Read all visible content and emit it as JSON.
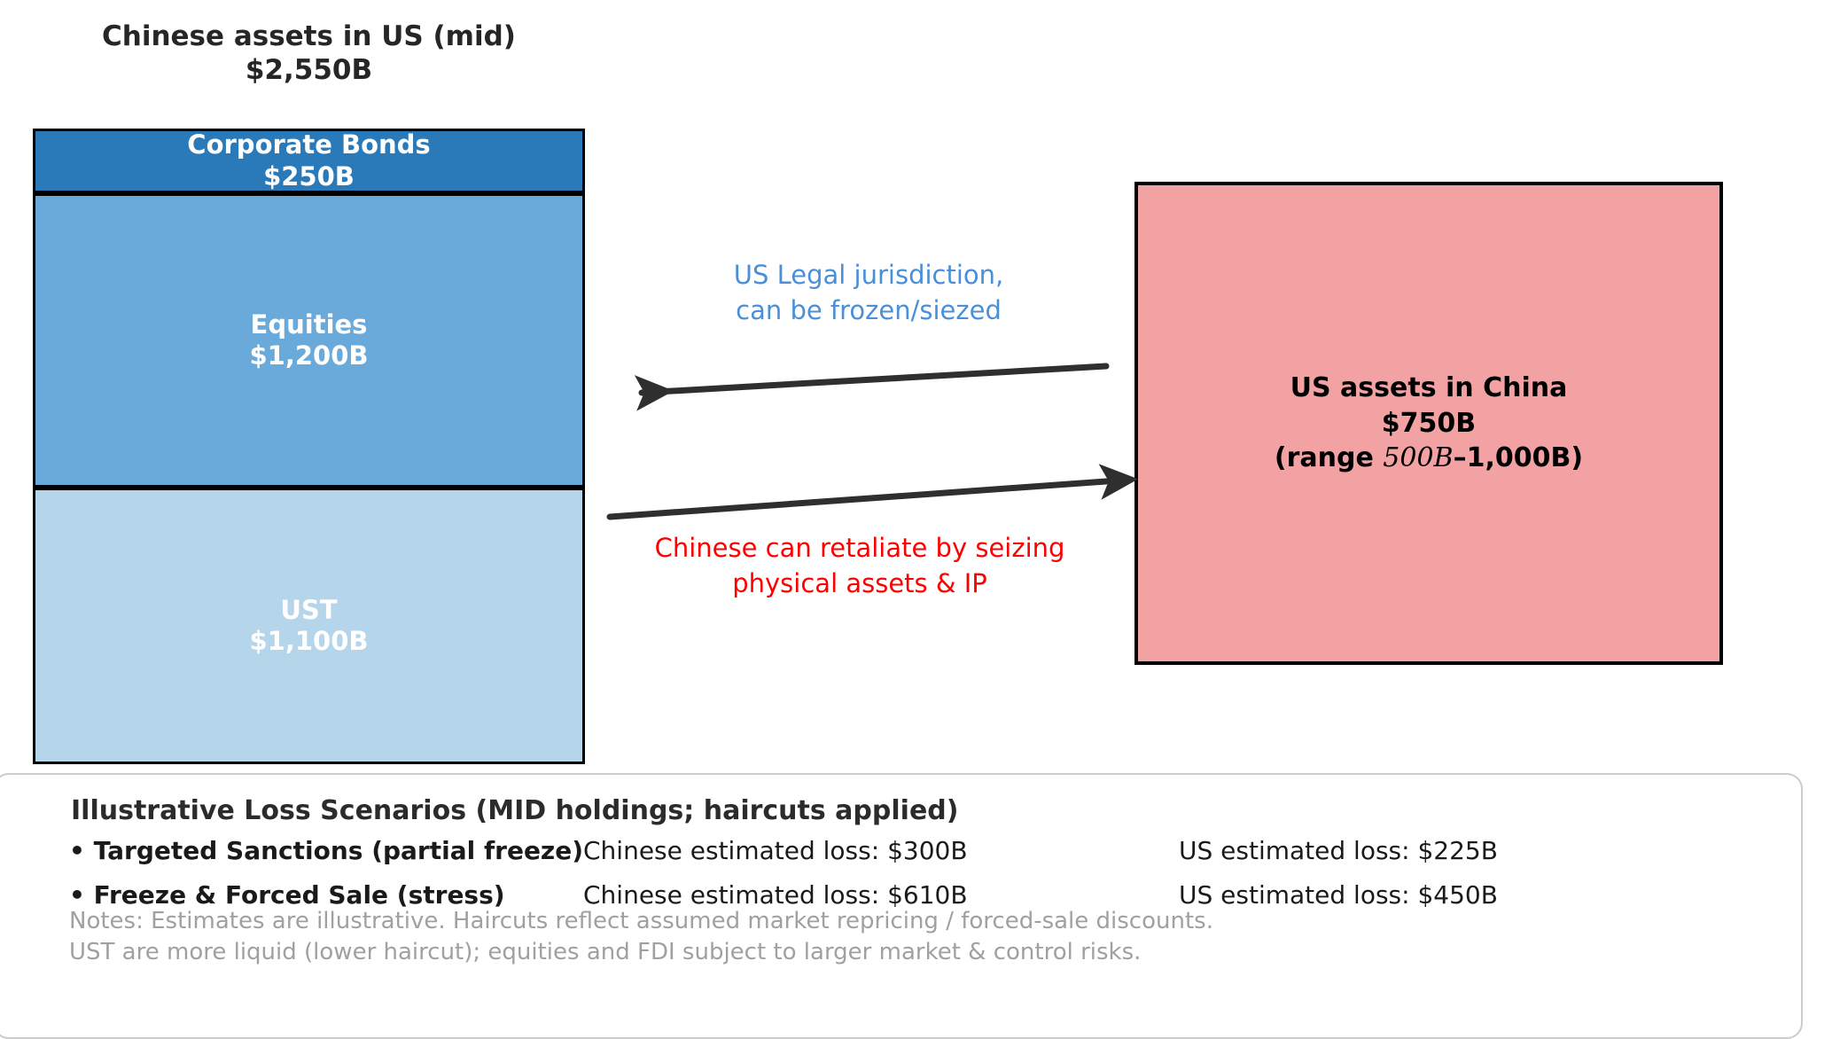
{
  "chart_data": {
    "type": "bar",
    "title": "Chinese assets in US (mid)\n$2,550B",
    "subtitle": "",
    "xlabel": "",
    "ylabel": "",
    "stacked": true,
    "units": "USD billions",
    "categories": [
      "Chinese assets in US (mid)"
    ],
    "total": 2550,
    "total_label": "$2,550B",
    "segments": [
      {
        "name": "Corporate Bonds",
        "value": 250,
        "value_label": "$250B",
        "color": "#2a7ab9",
        "order": "top"
      },
      {
        "name": "Equities",
        "value": 1200,
        "value_label": "$1,200B",
        "color": "#6aaada",
        "order": "middle"
      },
      {
        "name": "UST",
        "value": 1100,
        "value_label": "$1,100B",
        "color": "#b5d6ea",
        "order": "bottom"
      }
    ],
    "counterparty_box": {
      "title": "US assets in China",
      "value": 750,
      "value_label": "$750B",
      "range_low": 500,
      "range_high": 1000,
      "range_label_prefix": "(range ",
      "range_label_low": "500B",
      "range_label_sep": "–",
      "range_label_high": "1,000B",
      "range_label_suffix": ")",
      "color": "#f2a2a2"
    },
    "annotations": [
      {
        "text": "US Legal jurisdiction,\ncan be frozen/siezed",
        "color": "#4a90d9",
        "direction": "left"
      },
      {
        "text": "Chinese can retaliate by seizing\nphysical assets & IP",
        "color": "#ff0000",
        "direction": "right"
      }
    ]
  },
  "left_chart": {
    "title": "Chinese assets in US (mid)\n$2,550B",
    "segments": [
      {
        "label": "Corporate Bonds\n$250B"
      },
      {
        "label": "Equities\n$1,200B"
      },
      {
        "label": "UST\n$1,100B"
      }
    ]
  },
  "right_box": {
    "line1": "US assets in China",
    "line2": "$750B",
    "range_prefix": "(range ",
    "range_low": "500B",
    "range_sep": "–",
    "range_high": "1,000B",
    "range_suffix": ")"
  },
  "annotations": {
    "blue": "US Legal jurisdiction,\ncan be frozen/siezed",
    "red": "Chinese can retaliate by seizing\nphysical assets & IP"
  },
  "loss_panel": {
    "title": "Illustrative Loss Scenarios (MID holdings; haircuts applied)",
    "rows": [
      {
        "label": "• Targeted Sanctions (partial freeze)",
        "china": "Chinese estimated loss: $300B",
        "us": "US estimated loss: $225B"
      },
      {
        "label": "• Freeze & Forced Sale (stress)",
        "china": "Chinese estimated loss: $610B",
        "us": "US estimated loss: $450B"
      }
    ],
    "notes": "Notes: Estimates are illustrative. Haircuts reflect assumed market repricing / forced-sale discounts.\nUST are more liquid (lower haircut); equities and FDI subject to larger market & control risks."
  }
}
